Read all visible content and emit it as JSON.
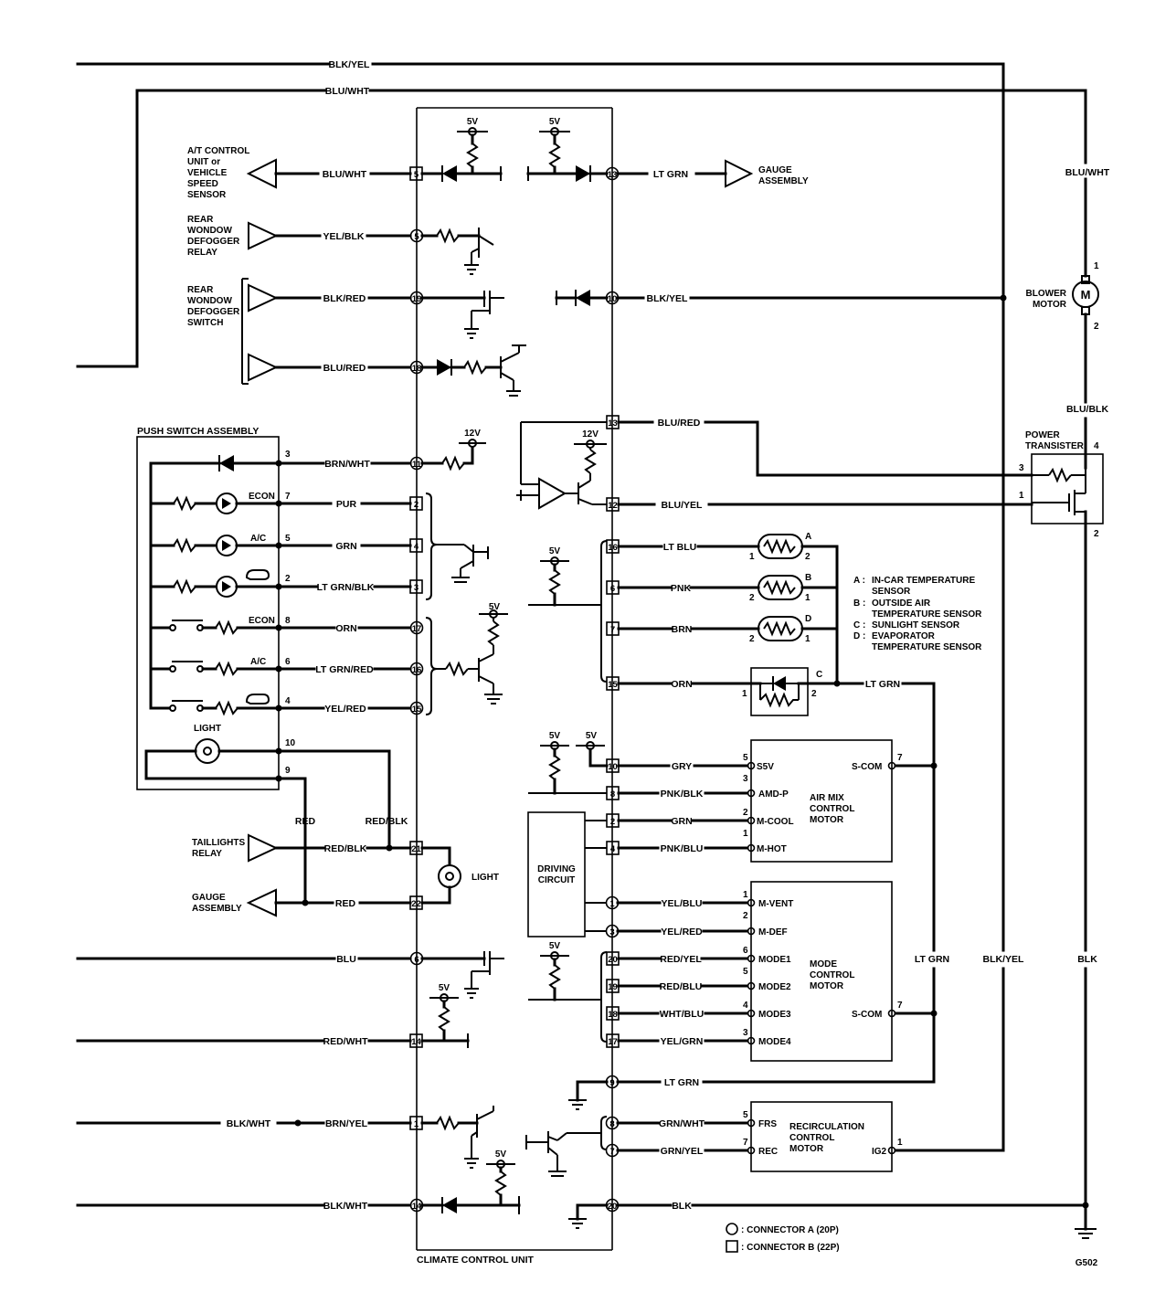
{
  "wires": {
    "blk_yel": "BLK/YEL",
    "blu_wht": "BLU/WHT",
    "blu_blk": "BLU/BLK",
    "blu": "BLU",
    "red_wht": "RED/WHT",
    "blk_wht": "BLK/WHT",
    "blk": "BLK",
    "lt_grn": "LT GRN",
    "yel_blk": "YEL/BLK",
    "blk_red": "BLK/RED",
    "blu_red": "BLU/RED",
    "brn_wht": "BRN/WHT",
    "pur": "PUR",
    "grn": "GRN",
    "lt_grn_blk": "LT GRN/BLK",
    "orn": "ORN",
    "lt_grn_red": "LT GRN/RED",
    "yel_red": "YEL/RED",
    "red_blk": "RED/BLK",
    "red": "RED",
    "brn_yel": "BRN/YEL",
    "blu_yel": "BLU/YEL",
    "lt_blu": "LT BLU",
    "pnk": "PNK",
    "brn": "BRN",
    "gry": "GRY",
    "pnk_blk": "PNK/BLK",
    "pnk_blu": "PNK/BLU",
    "yel_blu": "YEL/BLU",
    "red_yel": "RED/YEL",
    "red_blu": "RED/BLU",
    "wht_blu": "WHT/BLU",
    "yel_grn": "YEL/GRN",
    "grn_wht": "GRN/WHT",
    "grn_yel": "GRN/YEL"
  },
  "voltages": {
    "v5": "5V",
    "v12": "12V"
  },
  "components": {
    "at_control": [
      "A/T CONTROL",
      "UNIT or",
      "VEHICLE",
      "SPEED",
      "SENSOR"
    ],
    "rear_relay": [
      "REAR",
      "WONDOW",
      "DEFOGGER",
      "RELAY"
    ],
    "rear_switch": [
      "REAR",
      "WONDOW",
      "DEFOGGER",
      "SWITCH"
    ],
    "gauge_top": [
      "GAUGE",
      "ASSEMBLY"
    ],
    "blower_motor": [
      "BLOWER",
      "MOTOR"
    ],
    "power_transistor": [
      "POWER",
      "TRANSISTER"
    ],
    "push_switch": "PUSH SWITCH ASSEMBLY",
    "econ": "ECON",
    "ac": "A/C",
    "light": "LIGHT",
    "taillights": [
      "TAILLIGHTS",
      "RELAY"
    ],
    "gauge_bottom": [
      "GAUGE",
      "ASSEMBLY"
    ],
    "driving_circuit": [
      "DRIVING",
      "CIRCUIT"
    ],
    "air_mix": [
      "AIR MIX",
      "CONTROL",
      "MOTOR"
    ],
    "mode_motor": [
      "MODE",
      "CONTROL",
      "MOTOR"
    ],
    "recirc": [
      "RECIRCULATION",
      "CONTROL",
      "MOTOR"
    ],
    "climate_unit": "CLIMATE CONTROL UNIT",
    "ground": "G502",
    "motor_symbol": "M"
  },
  "motor_pins": {
    "s5v": "S5V",
    "amd_p": "AMD-P",
    "m_cool": "M-COOL",
    "m_hot": "M-HOT",
    "s_com": "S-COM",
    "m_vent": "M-VENT",
    "m_def": "M-DEF",
    "mode1": "MODE1",
    "mode2": "MODE2",
    "mode3": "MODE3",
    "mode4": "MODE4",
    "frs": "FRS",
    "rec": "REC",
    "ig2": "IG2"
  },
  "sensor_legend": [
    {
      "key": "A :",
      "text": [
        "IN-CAR TEMPERATURE",
        "SENSOR"
      ]
    },
    {
      "key": "B :",
      "text": [
        "OUTSIDE AIR",
        "TEMPERATURE SENSOR"
      ]
    },
    {
      "key": "C :",
      "text": [
        "SUNLIGHT SENSOR"
      ]
    },
    {
      "key": "D :",
      "text": [
        "EVAPORATOR",
        "TEMPERATURE SENSOR"
      ]
    }
  ],
  "sensor_letters": {
    "a": "A",
    "b": "B",
    "c": "C",
    "d": "D"
  },
  "connector_legend": {
    "a": ": CONNECTOR A (20P)",
    "b": ": CONNECTOR B (22P)"
  },
  "pins": [
    "1",
    "2",
    "3",
    "4",
    "5",
    "6",
    "7",
    "8",
    "9",
    "10",
    "11",
    "12",
    "13",
    "14",
    "15",
    "16",
    "17",
    "18",
    "19",
    "20",
    "21",
    "22"
  ]
}
